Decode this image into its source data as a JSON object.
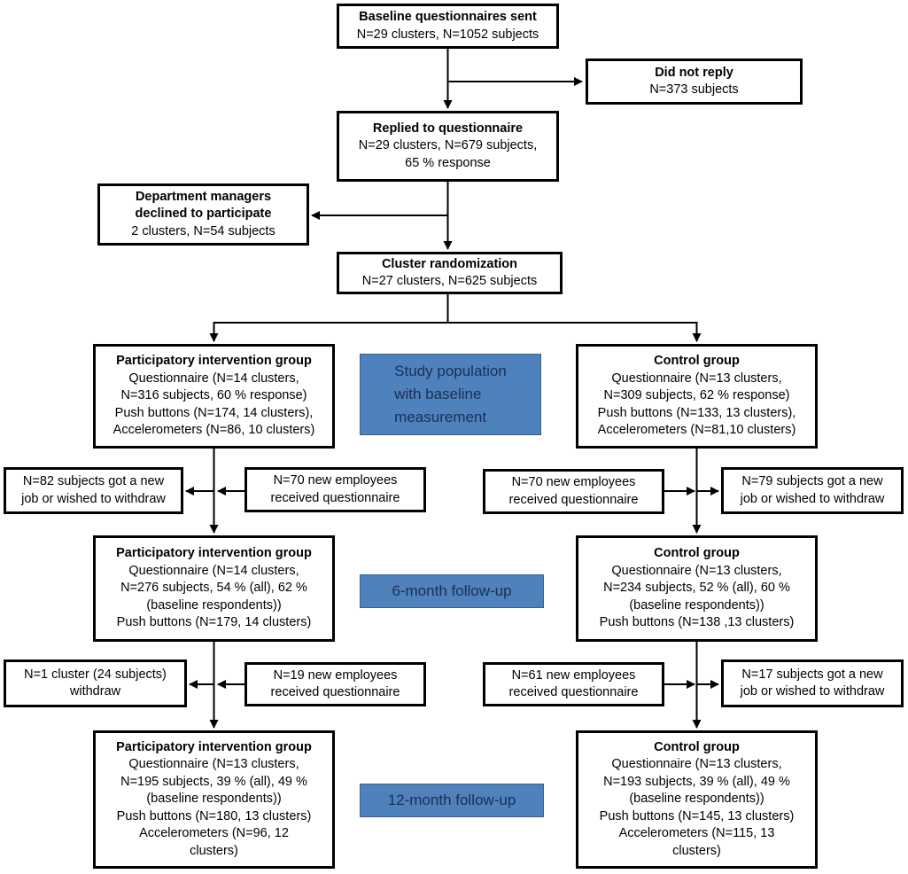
{
  "colors": {
    "box_border": "#000000",
    "box_fill": "#ffffff",
    "highlight_fill": "#4f81bd",
    "highlight_border": "#36618e",
    "highlight_text": "#1b2f55",
    "arrow": "#000000"
  },
  "boxes": {
    "baseline_sent": {
      "title": "Baseline questionnaires sent",
      "body": "N=29 clusters, N=1052 subjects"
    },
    "did_not_reply": {
      "title": "Did not reply",
      "body": "N=373 subjects"
    },
    "replied": {
      "title": "Replied to questionnaire",
      "body": "N=29 clusters, N=679 subjects,\n65 % response"
    },
    "managers_declined": {
      "title": "Department managers\ndeclined to participate",
      "body": "2 clusters, N=54 subjects"
    },
    "randomization": {
      "title": "Cluster randomization",
      "body": "N=27 clusters, N=625 subjects"
    },
    "intervention_baseline": {
      "title": "Participatory intervention group",
      "body": "Questionnaire  (N=14 clusters,\nN=316 subjects, 60 % response)\nPush buttons (N=174, 14 clusters),\nAccelerometers (N=86, 10 clusters)"
    },
    "control_baseline": {
      "title": "Control group",
      "body": "Questionnaire (N=13 clusters,\nN=309 subjects, 62 % response)\nPush buttons (N=133, 13 clusters),\nAccelerometers (N=81,10 clusters)"
    },
    "withdraw_intervention_1": {
      "body": "N=82 subjects got a new\njob or wished to withdraw"
    },
    "new_employees_intervention_1": {
      "body": "N=70 new employees\nreceived questionnaire"
    },
    "new_employees_control_1": {
      "body": "N=70 new employees\nreceived questionnaire"
    },
    "withdraw_control_1": {
      "body": "N=79 subjects got a new\njob or wished to withdraw"
    },
    "intervention_6m": {
      "title": "Participatory intervention group",
      "body": "Questionnaire (N=14 clusters,\nN=276 subjects, 54 % (all), 62 %\n(baseline respondents))\nPush buttons (N=179, 14 clusters)"
    },
    "control_6m": {
      "title": "Control group",
      "body": "Questionnaire (N=13 clusters,\nN=234 subjects, 52 % (all), 60 %\n(baseline respondents))\nPush buttons (N=138 ,13 clusters)"
    },
    "withdraw_intervention_2": {
      "body": "N=1 cluster (24 subjects)\nwithdraw"
    },
    "new_employees_intervention_2": {
      "body": "N=19 new employees\nreceived questionnaire"
    },
    "new_employees_control_2": {
      "body": "N=61 new employees\nreceived questionnaire"
    },
    "withdraw_control_2": {
      "body": "N=17 subjects got a new\njob or wished to withdraw"
    },
    "intervention_12m": {
      "title": "Participatory intervention group",
      "body": "Questionnaire  (N=13 clusters,\nN=195 subjects, 39 % (all), 49 %\n(baseline respondents))\nPush buttons (N=180, 13 clusters)\nAccelerometers (N=96, 12\nclusters)"
    },
    "control_12m": {
      "title": "Control group",
      "body": "Questionnaire (N=13 clusters,\nN=193 subjects, 39 % (all), 49 %\n(baseline respondents))\nPush buttons (N=145, 13 clusters)\nAccelerometers (N=115, 13\nclusters)"
    }
  },
  "stage_labels": {
    "baseline": "Study population\nwith baseline\nmeasurement",
    "six_month": "6-month follow-up",
    "twelve_month": "12-month follow-up"
  }
}
